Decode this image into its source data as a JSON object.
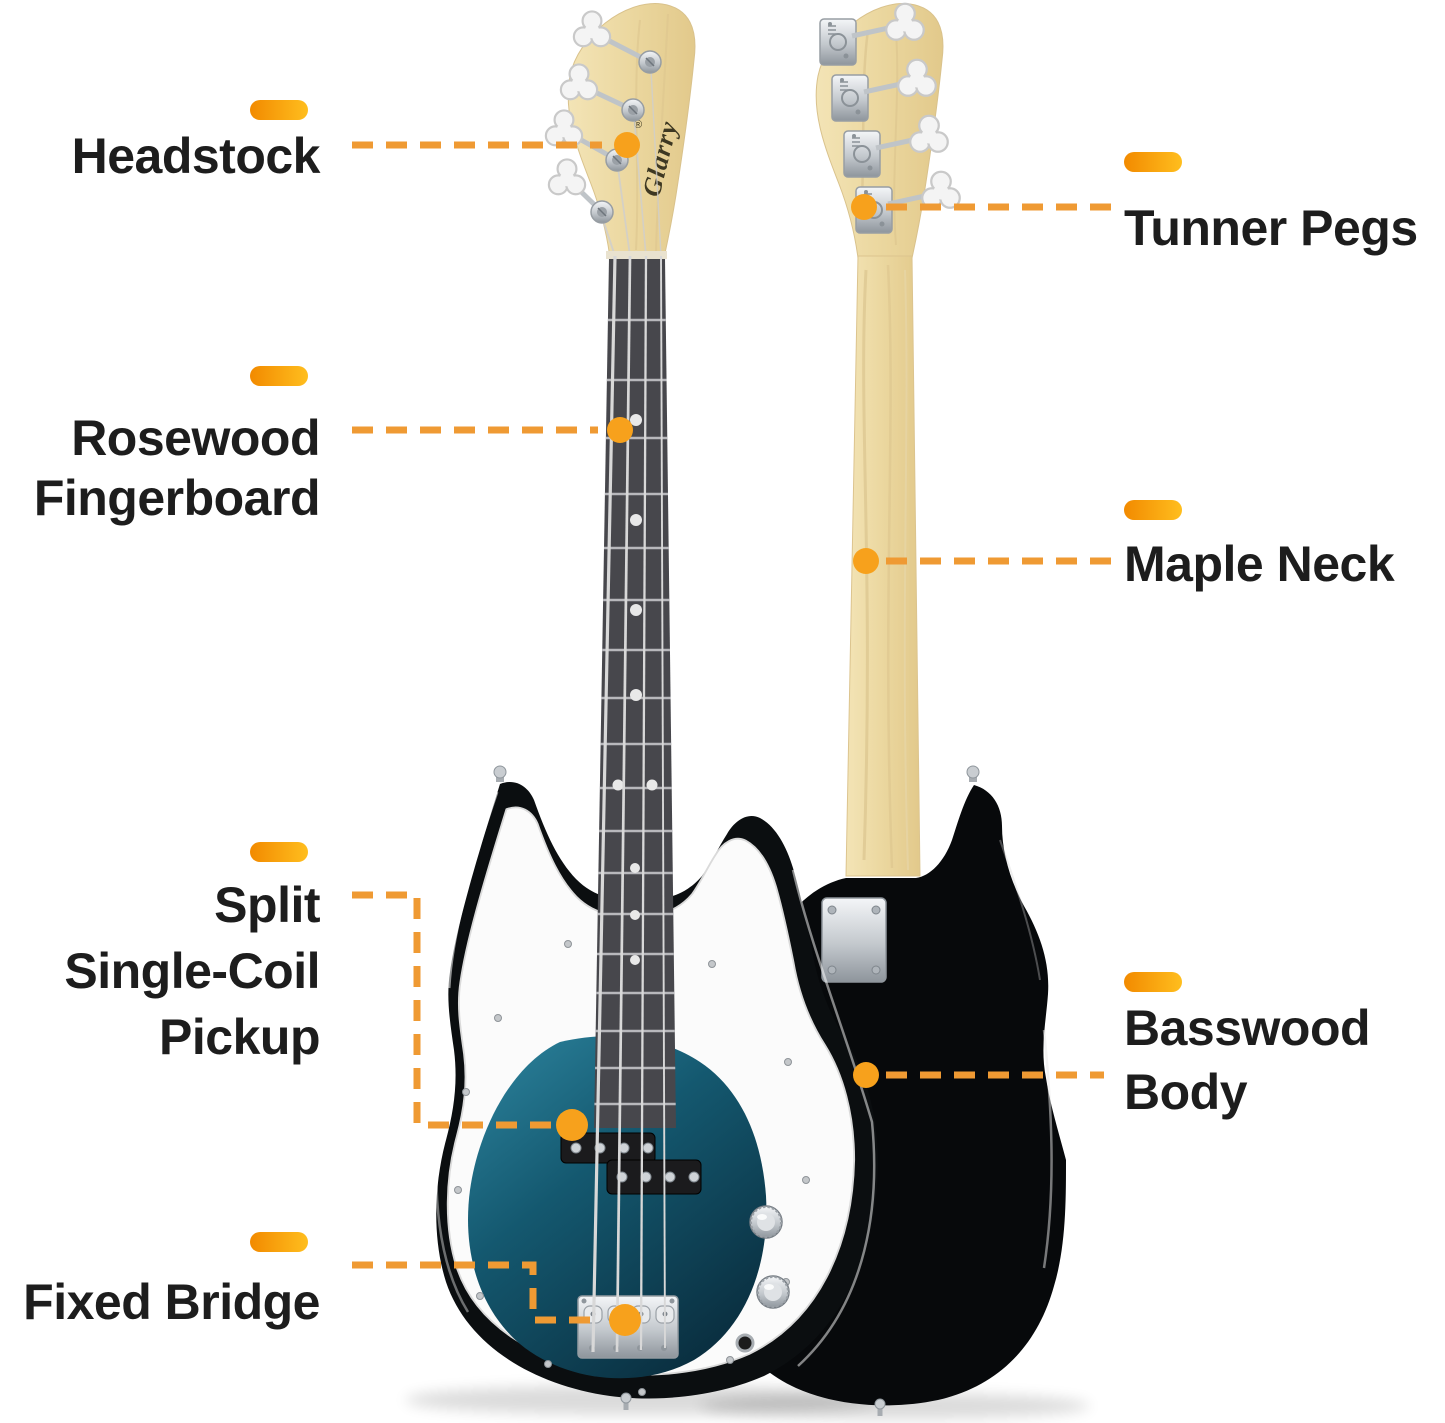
{
  "accent": {
    "dash_color": "#EF9A33",
    "dot_color": "#F7A11C",
    "pill_gradient_start": "#F28A00",
    "pill_gradient_end": "#FFBE1E",
    "label_color": "#1D1D1D"
  },
  "brand": {
    "logo_text": "Glarry",
    "registered_mark": "®"
  },
  "parts": [
    {
      "id": "headstock",
      "label": "Headstock",
      "side": "left"
    },
    {
      "id": "tunner-pegs",
      "label": "Tunner Pegs",
      "side": "right"
    },
    {
      "id": "rosewood-fingerboard",
      "lines": [
        "Rosewood",
        "Fingerboard"
      ],
      "side": "left"
    },
    {
      "id": "maple-neck",
      "label": "Maple Neck",
      "side": "right"
    },
    {
      "id": "split-single-coil-pickup",
      "lines": [
        "Split",
        "Single-Coil",
        "Pickup"
      ],
      "side": "left"
    },
    {
      "id": "basswood-body",
      "lines": [
        "Basswood",
        "Body"
      ],
      "side": "right"
    },
    {
      "id": "fixed-bridge",
      "label": "Fixed Bridge",
      "side": "left"
    }
  ]
}
